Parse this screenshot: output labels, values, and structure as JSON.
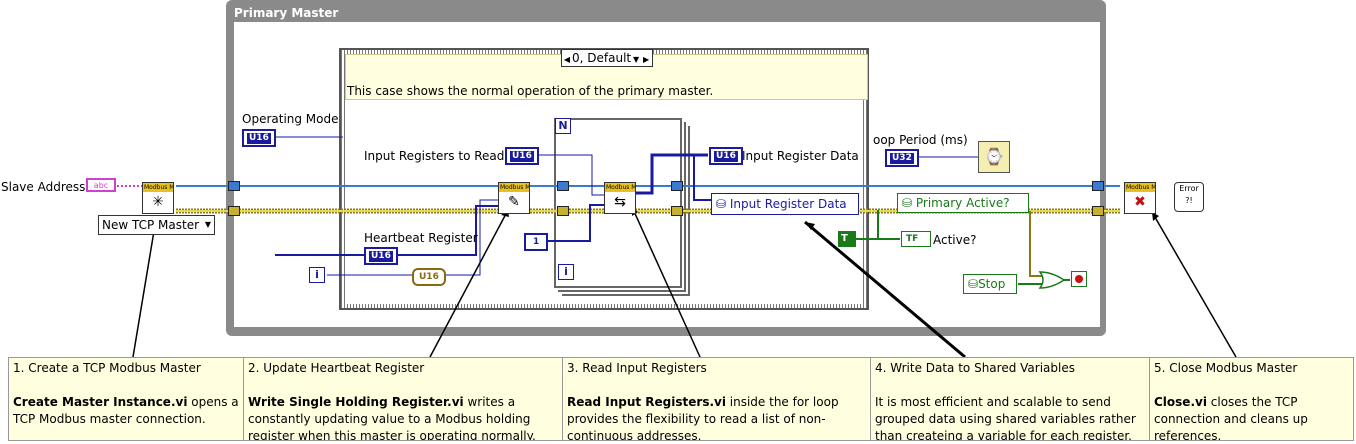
{
  "diagram": {
    "while_loop_label": "Primary Master",
    "case_selector_value": "0, Default",
    "case_comment": "This case shows the normal operation of the primary master.",
    "labels": {
      "slave_address": "Slave Address",
      "operating_mode": "Operating Mode",
      "input_registers_to_read": "Input Registers to Read",
      "heartbeat_register": "Heartbeat Register",
      "input_register_data_out": "Input Register Data",
      "loop_period": "oop Period (ms)",
      "active": "Active?"
    },
    "constants": {
      "string_type": "abc",
      "enum_value": "New TCP Master",
      "u16": "U16",
      "u32": "U32",
      "u16_indicator": "U16",
      "u16_coerce": "U16",
      "numeric_one": "1",
      "iteration": "i",
      "true_const": "T",
      "tf_type": "TF",
      "for_loop_n": "N",
      "for_loop_i": "i"
    },
    "shared_variables": {
      "input_register_data": "Input Register Data",
      "primary_active": "Primary Active?"
    },
    "stop_label": "Stop",
    "vi_header": "Modbus M",
    "error_handler": "Error"
  },
  "callouts": [
    {
      "title": "1. Create a TCP Modbus Master",
      "bold": "Create Master Instance.vi",
      "body": " opens a TCP Modbus master connection."
    },
    {
      "title": "2. Update Heartbeat Register",
      "bold": "Write Single Holding Register.vi",
      "body": " writes a constantly updating value to a Modbus holding register when this master is operating normally."
    },
    {
      "title": "3. Read Input Registers",
      "bold": "Read Input Registers.vi",
      "body": " inside the for loop provides the flexibility to read a list of non-continuous addresses."
    },
    {
      "title": "4. Write Data to Shared Variables",
      "bold": "",
      "body": "It is most efficient and scalable to send grouped data using shared variables rather than createing a variable for each register."
    },
    {
      "title": "5. Close Modbus Master",
      "bold": "Close.vi",
      "body": " closes the TCP connection and cleans up references."
    }
  ]
}
